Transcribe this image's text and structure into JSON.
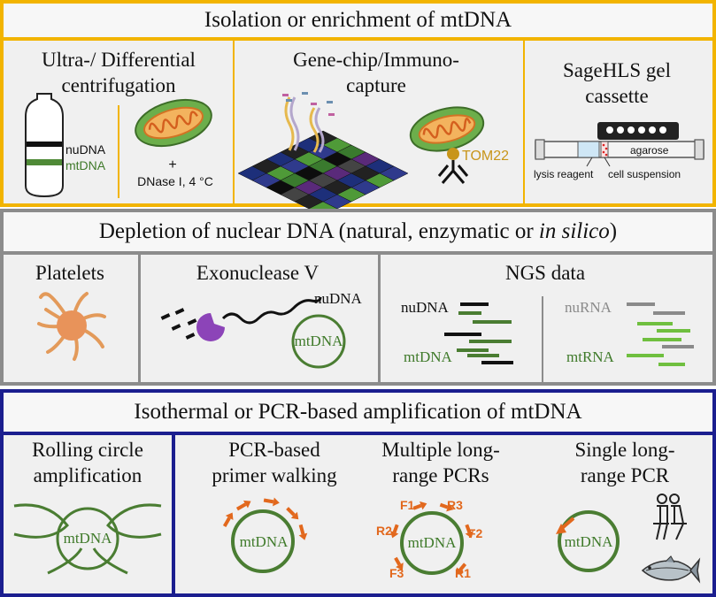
{
  "colors": {
    "gold": "#f2b400",
    "grey": "#8c8c8c",
    "navy": "#1b1e8f",
    "green": "#3f7a2a",
    "orange": "#e2681d",
    "tom22": "#c8951a"
  },
  "section1": {
    "title": "Isolation or enrichment of mtDNA",
    "col1": {
      "title_line1": "Ultra-/ Differential",
      "title_line2": "centrifugation",
      "nu": "nuDNA",
      "mt": "mtDNA",
      "plus": "+",
      "dnase": "DNase I, 4 °C"
    },
    "col2": {
      "title_line1": "Gene-chip/Immuno-",
      "title_line2": "capture",
      "tom22": "TOM22"
    },
    "col3": {
      "title_line1": "SageHLS gel",
      "title_line2": "cassette",
      "agarose": "agarose",
      "lysis": "lysis reagent",
      "cell": "cell suspension"
    }
  },
  "section2": {
    "title_main": "Depletion of nuclear DNA (natural, enzymatic or ",
    "title_italic": "in silico",
    "title_end": ")",
    "platelets": "Platelets",
    "exo": {
      "title": "Exonuclease V",
      "nu": "nuDNA",
      "mt": "mtDNA"
    },
    "ngs": {
      "title": "NGS data",
      "nudna": "nuDNA",
      "mtdna": "mtDNA",
      "nurna": "nuRNA",
      "mtrna": "mtRNA"
    }
  },
  "section3": {
    "title": "Isothermal or PCR-based amplification of mtDNA",
    "rca": {
      "line1": "Rolling circle",
      "line2": "amplification",
      "mt": "mtDNA"
    },
    "walk": {
      "line1": "PCR-based",
      "line2": "primer walking",
      "mt": "mtDNA"
    },
    "multi": {
      "line1": "Multiple long-",
      "line2": "range PCRs",
      "mt": "mtDNA",
      "primers": [
        "F1",
        "R3",
        "R2",
        "F2",
        "F3",
        "R1"
      ]
    },
    "single": {
      "line1": "Single long-",
      "line2": "range PCR",
      "mt": "mtDNA"
    }
  }
}
